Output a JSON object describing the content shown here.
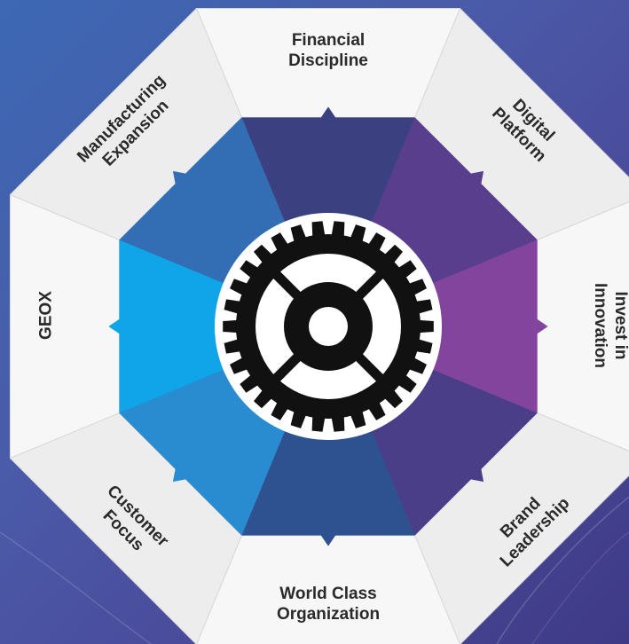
{
  "diagram": {
    "segments": [
      {
        "label": [
          "Financial",
          "Discipline"
        ],
        "color": "#3a4080"
      },
      {
        "label": [
          "Digital",
          "Platform"
        ],
        "color": "#5a3e8e"
      },
      {
        "label": [
          "Invest in",
          "Innovation"
        ],
        "color": "#83449e"
      },
      {
        "label": [
          "Brand",
          "Leadership"
        ],
        "color": "#4a3e88"
      },
      {
        "label": [
          "World Class",
          "Organization"
        ],
        "color": "#2e5290"
      },
      {
        "label": [
          "Customer",
          "Focus"
        ],
        "color": "#2a8cd0"
      },
      {
        "label": [
          "GEOX"
        ],
        "color": "#10a4e8"
      },
      {
        "label": [
          "Manufacturing",
          "Expansion"
        ],
        "color": "#336eb4"
      }
    ],
    "center_icon": "gear-icon",
    "label_color": "#2a2a2a",
    "panel_color": "#f6f6f6",
    "ring_color": "#ffffff",
    "gear_color": "#111111"
  }
}
